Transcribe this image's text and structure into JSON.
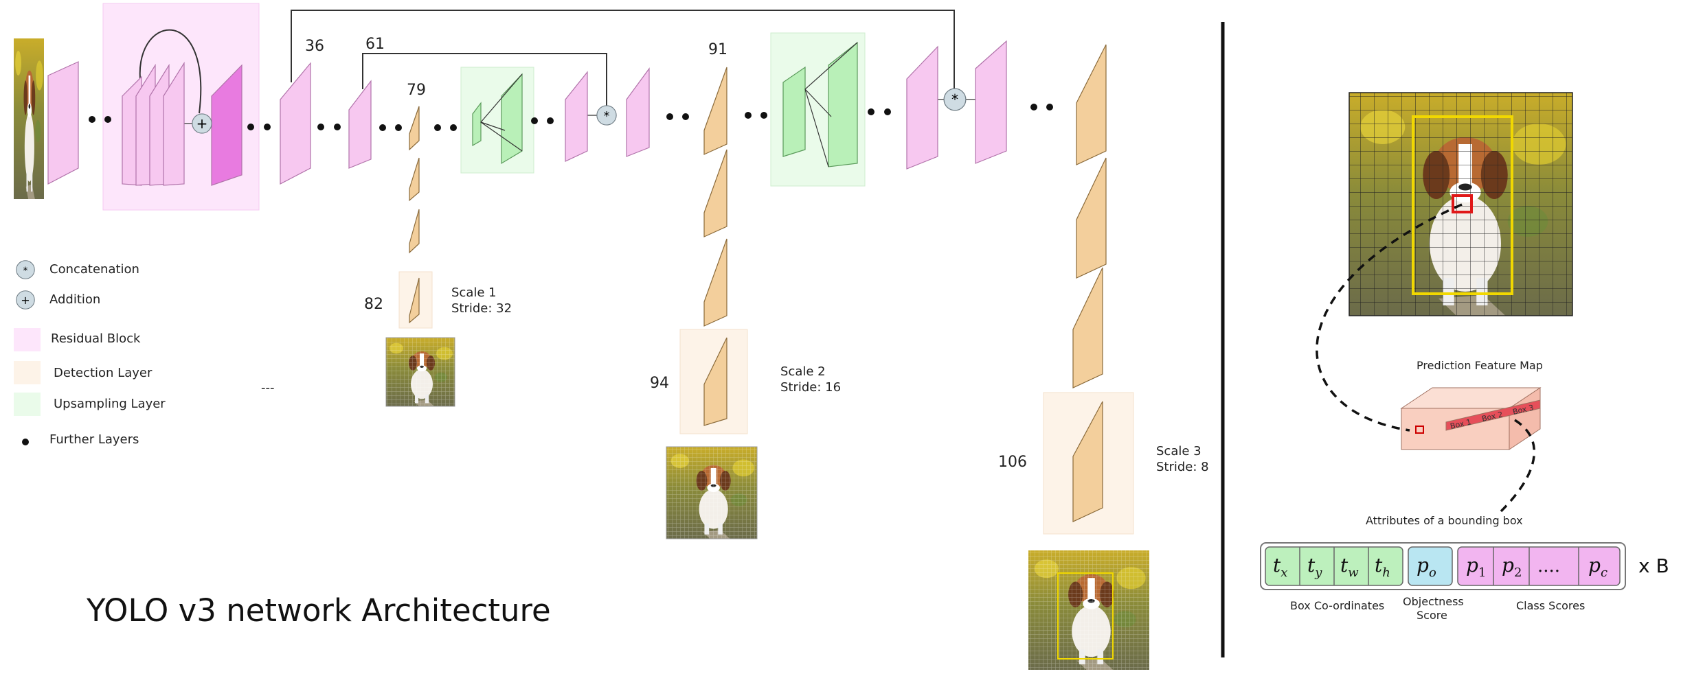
{
  "title": "YOLO v3 network Architecture",
  "layer_numbers": {
    "n36": "36",
    "n61": "61",
    "n79": "79",
    "n91": "91",
    "n82": "82",
    "n94": "94",
    "n106": "106"
  },
  "scales": {
    "s1_name": "Scale 1",
    "s1_stride": "Stride: 32",
    "s2_name": "Scale 2",
    "s2_stride": "Stride: 16",
    "s3_name": "Scale 3",
    "s3_stride": "Stride: 8"
  },
  "legend": {
    "concatenation": "Concatenation",
    "addition": "Addition",
    "residual": "Residual Block",
    "detection": "Detection Layer",
    "upsampling": "Upsampling Layer",
    "further": "Further Layers",
    "dash": "---"
  },
  "symbols": {
    "concat": "*",
    "add": "+"
  },
  "right_panel": {
    "prediction_map": "Prediction Feature Map",
    "attributes": "Attributes of a bounding box",
    "box1": "Box 1",
    "box2": "Box 2",
    "box3": "Box 3",
    "times_b": "x B",
    "attr_tx": "t",
    "attr_tx_sub": "x",
    "attr_ty": "t",
    "attr_ty_sub": "y",
    "attr_tw": "t",
    "attr_tw_sub": "w",
    "attr_th": "t",
    "attr_th_sub": "h",
    "attr_po": "p",
    "attr_po_sub": "o",
    "attr_p1": "p",
    "attr_p1_sub": "1",
    "attr_p2": "p",
    "attr_p2_sub": "2",
    "attr_dots": "....",
    "attr_pc": "p",
    "attr_pc_sub": "c",
    "box_coords": "Box Co-ordinates",
    "objectness_1": "Objectness",
    "objectness_2": "Score",
    "class_scores": "Class Scores"
  },
  "colors": {
    "residual": "#f7c8f0",
    "residual_bg": "#fde6fb",
    "residual_dark": "#e87be0",
    "detection": "#f3cf9c",
    "detection_bg": "#fdf3e8",
    "upsampling": "#b9f0b8",
    "upsampling_bg": "#eafbea",
    "yellow_box": "#f1d800",
    "red_cell": "#e01818",
    "attr_green": "#bdf0bd",
    "attr_blue": "#b9e6f2",
    "attr_pink": "#f2b5f0"
  }
}
